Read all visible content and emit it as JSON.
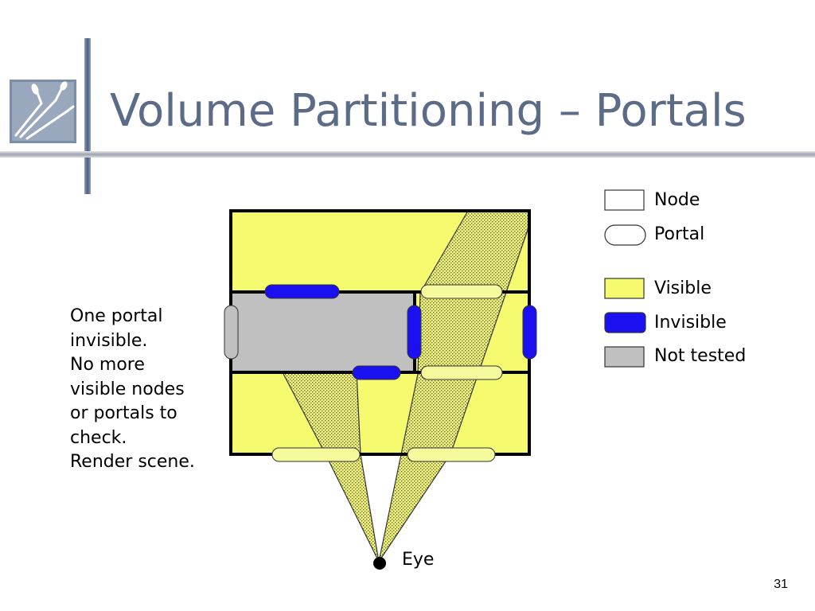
{
  "slide": {
    "title": "Volume Partitioning – Portals",
    "number": "31"
  },
  "caption": {
    "lines": [
      "One portal",
      "invisible.",
      "No more",
      "visible nodes",
      "or portals to",
      "check.",
      "Render scene."
    ]
  },
  "legend": {
    "node": "Node",
    "portal": "Portal",
    "visible": "Visible",
    "invisible": "Invisible",
    "not_tested": "Not tested"
  },
  "labels": {
    "eye": "Eye"
  },
  "colors": {
    "title": "#5b6b88",
    "visible": "#f5fa6e",
    "invisible": "#1a10f0",
    "not_tested": "#c0c0c0",
    "portal_visible": "#f5fa9c"
  }
}
